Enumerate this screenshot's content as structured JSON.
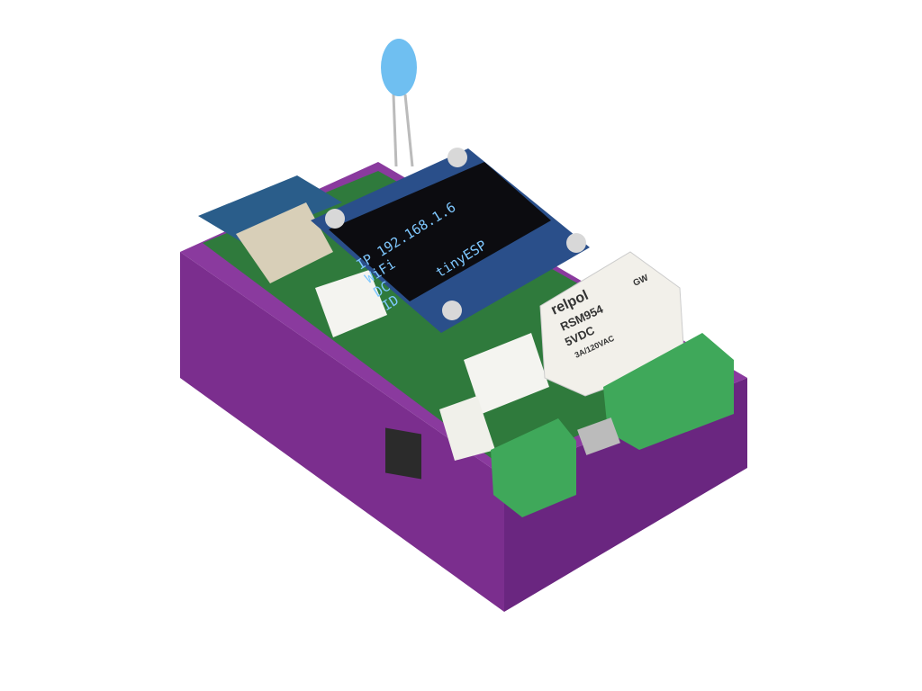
{
  "scene": {
    "subject": "tinyESP",
    "colors": {
      "background": "#ffffff",
      "enclosure": "#7b2e8e",
      "enclosure_dark": "#5a1f6b",
      "pcb": "#2f7a3c",
      "terminal_block": "#3fa85a",
      "relay": "#f2f0ea",
      "oled_screen": "#0c0c10",
      "oled_text": "#7fc8ff",
      "led": "#5fb8f0"
    }
  },
  "oled": {
    "lines": [
      "IP 192.168.1.6",
      "WiFi",
      "DC",
      "ID",
      "tinyESP"
    ]
  },
  "relay": {
    "brand": "relpol",
    "model": "RSM954",
    "voltage": "5VDC",
    "rating": "3A/120VAC",
    "code": "GW"
  }
}
